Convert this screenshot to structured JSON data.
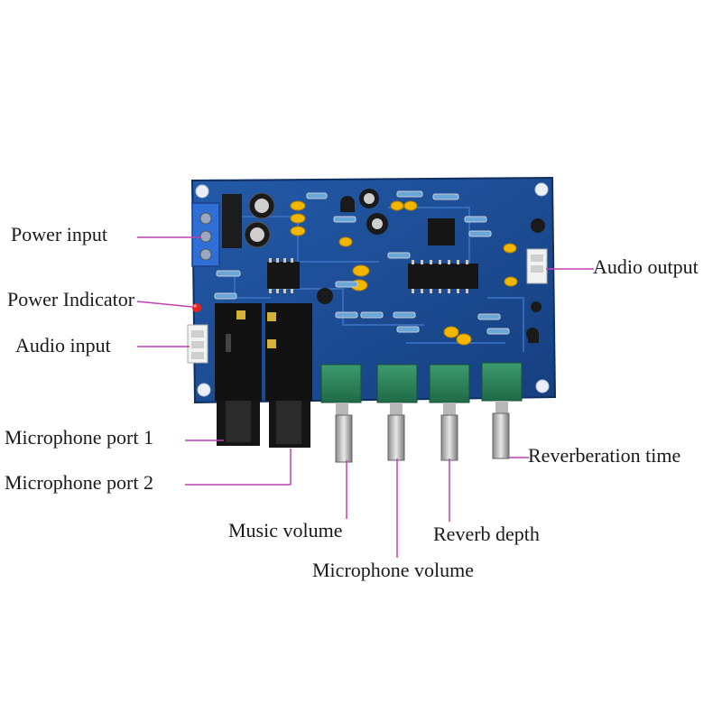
{
  "labels": {
    "power_input": "Power input",
    "power_indicator": "Power Indicator",
    "audio_input": "Audio input",
    "mic_port_1": "Microphone port 1",
    "mic_port_2": "Microphone port 2",
    "music_volume": "Music volume",
    "microphone_volume": "Microphone volume",
    "reverb_depth": "Reverb depth",
    "reverberation_time": "Reverberation time",
    "audio_output": "Audio output"
  },
  "colors": {
    "pcb": "#1b4f9a",
    "leader_line": "#c23fb3",
    "text": "#1a1a1a"
  }
}
